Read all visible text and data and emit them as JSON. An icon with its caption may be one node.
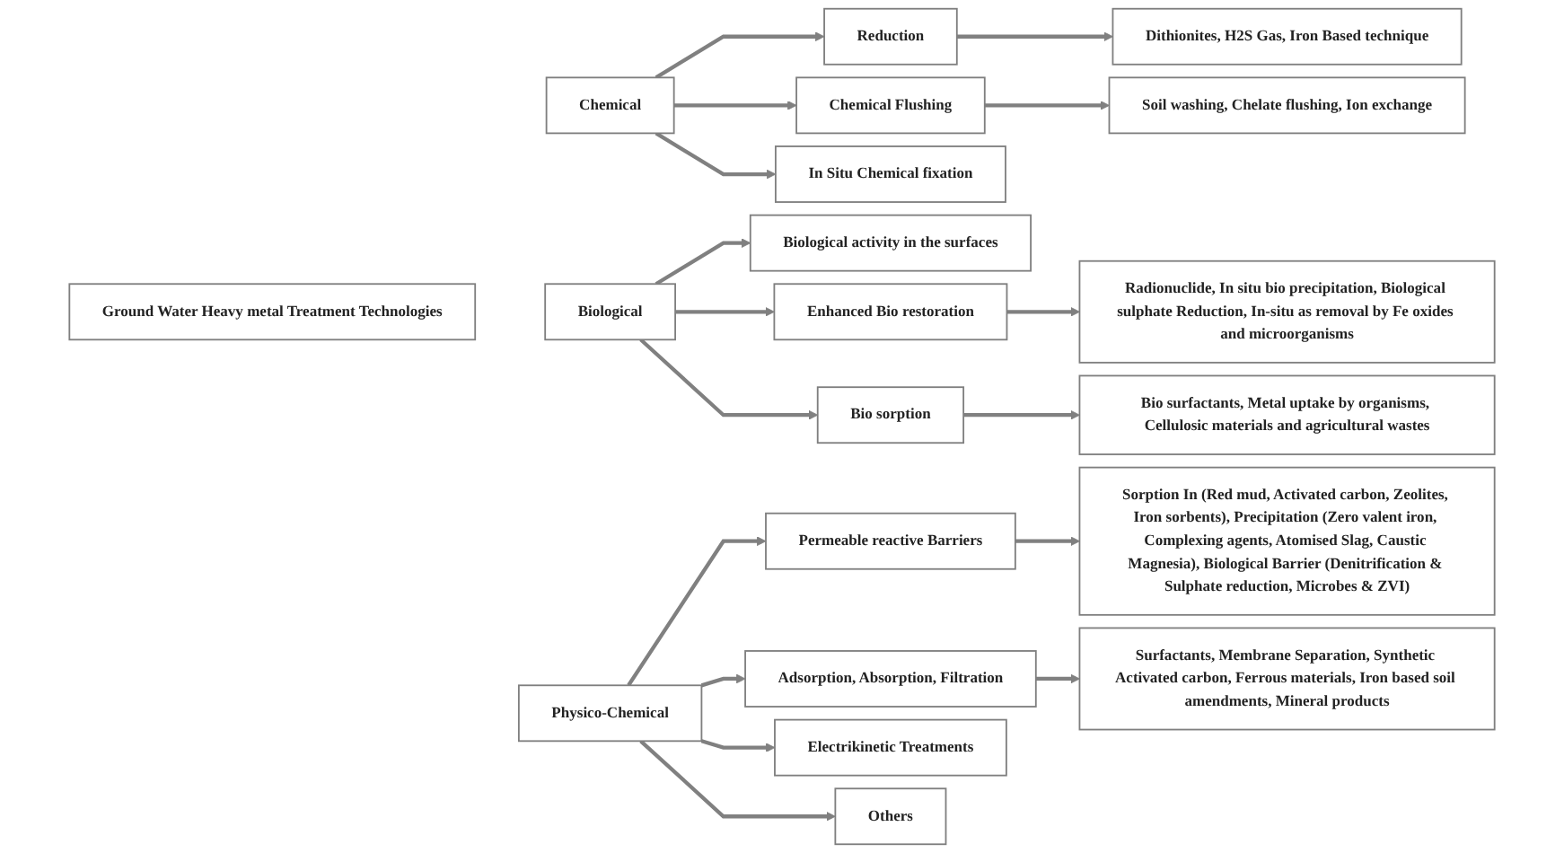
{
  "diagram": {
    "nodes": [
      {
        "text": [
          "Ground Water Heavy metal Treatment Technologies"
        ]
      },
      {
        "text": [
          "Chemical"
        ]
      },
      {
        "text": [
          "Reduction"
        ]
      },
      {
        "text": [
          "Chemical Flushing"
        ]
      },
      {
        "text": [
          "In Situ Chemical fixation"
        ]
      },
      {
        "text": [
          "Dithionites, H2S Gas, Iron Based technique"
        ]
      },
      {
        "text": [
          "Soil washing, Chelate flushing, Ion exchange"
        ]
      },
      {
        "text": [
          "Biological"
        ]
      },
      {
        "text": [
          "Biological activity in the surfaces"
        ]
      },
      {
        "text": [
          "Enhanced Bio restoration"
        ]
      },
      {
        "text": [
          "Bio sorption"
        ]
      },
      {
        "text": [
          "Radionuclide, In situ bio precipitation, Biological sulphate Reduction, In-situ as removal by Fe oxides and microorganisms"
        ]
      },
      {
        "text": [
          "Bio surfactants, Metal uptake by organisms, Cellulosic materials and agricultural wastes"
        ]
      },
      {
        "text": [
          "Physico-Chemical"
        ]
      },
      {
        "text": [
          "Permeable reactive Barriers"
        ]
      },
      {
        "text": [
          "Adsorption, Absorption, Filtration"
        ]
      },
      {
        "text": [
          "Electrikinetic Treatments"
        ]
      },
      {
        "text": [
          "Others"
        ]
      },
      {
        "text": [
          "Sorption In (Red mud, Activated carbon, Zeolites, Iron sorbents), Precipitation (Zero valent iron, Complexing agents, Atomised Slag, Caustic Magnesia), Biological Barrier (Denitrification & Sulphate reduction, Microbes & ZVI)"
        ]
      },
      {
        "text": [
          "Surfactants, Membrane Separation, Synthetic Activated carbon, Ferrous materials, Iron based soil amendments, Mineral products"
        ]
      }
    ],
    "edges": [
      {
        "from": 1,
        "to": 2,
        "arrow": "to"
      },
      {
        "from": 1,
        "to": 3,
        "arrow": "to"
      },
      {
        "from": 1,
        "to": 4,
        "arrow": "to"
      },
      {
        "from": 2,
        "to": 5,
        "arrow": "to"
      },
      {
        "from": 3,
        "to": 6,
        "arrow": "to"
      },
      {
        "from": 7,
        "to": 8,
        "arrow": "to"
      },
      {
        "from": 7,
        "to": 9,
        "arrow": "to"
      },
      {
        "from": 7,
        "to": 10,
        "arrow": "to"
      },
      {
        "from": 9,
        "to": 11,
        "arrow": "to"
      },
      {
        "from": 10,
        "to": 12,
        "arrow": "to"
      },
      {
        "from": 13,
        "to": 14,
        "arrow": "to"
      },
      {
        "from": 13,
        "to": 15,
        "arrow": "to"
      },
      {
        "from": 13,
        "to": 16,
        "arrow": "to"
      },
      {
        "from": 13,
        "to": 17,
        "arrow": "to"
      },
      {
        "from": 14,
        "to": 18,
        "arrow": "to"
      },
      {
        "from": 15,
        "to": 19,
        "arrow": "to"
      }
    ]
  }
}
